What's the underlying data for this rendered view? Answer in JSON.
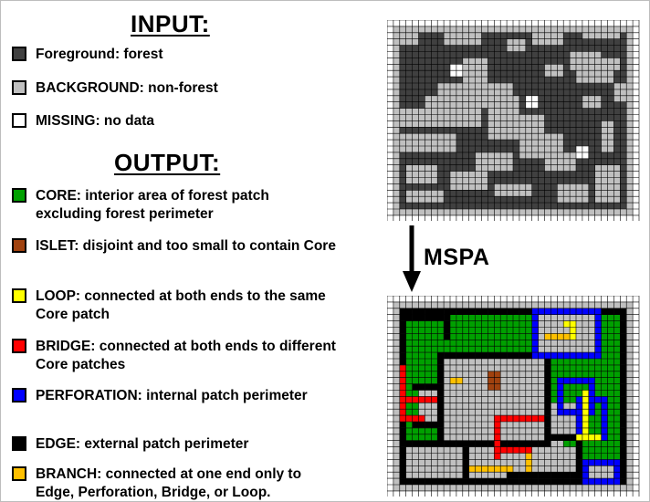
{
  "legend": {
    "input_heading": "INPUT:",
    "output_heading": "OUTPUT:",
    "input_items": [
      {
        "label": "Foreground: forest",
        "color": "#404040"
      },
      {
        "label": "BACKGROUND: non-forest",
        "color": "#c0c0c0"
      },
      {
        "label": "MISSING: no data",
        "color": "#ffffff"
      }
    ],
    "output_items": [
      {
        "label": "CORE: interior area of forest patch excluding forest perimeter",
        "color": "#00a000"
      },
      {
        "label": "ISLET: disjoint and too small to contain Core",
        "color": "#a0420f"
      },
      {
        "label": "LOOP: connected at both ends to the same Core patch",
        "color": "#ffff00"
      },
      {
        "label": "BRIDGE: connected at both ends to different Core patches",
        "color": "#ff0000"
      },
      {
        "label": "PERFORATION: internal patch perimeter",
        "color": "#0000ff"
      },
      {
        "label": "EDGE: external patch perimeter",
        "color": "#000000"
      },
      {
        "label": "BRANCH: connected at one end only to Edge, Perforation, Bridge, or Loop.",
        "color": "#ffc000"
      }
    ]
  },
  "mspa_label": "MSPA",
  "grid_colors": {
    "line": "#000000",
    "missing": "#ffffff"
  }
}
